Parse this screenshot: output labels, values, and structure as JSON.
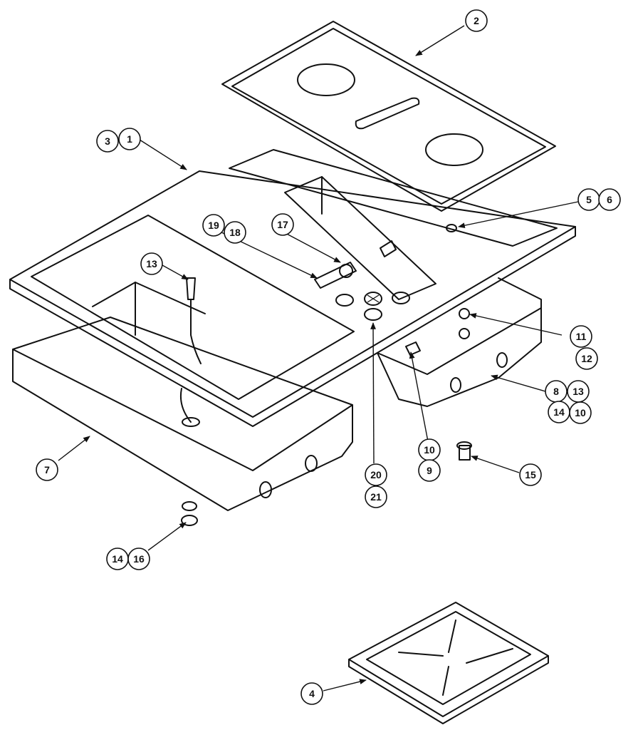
{
  "labels": {
    "c1": "1",
    "c2": "2",
    "c3": "3",
    "c4": "4",
    "c5": "5",
    "c6": "6",
    "c7": "7",
    "c8": "8",
    "c9": "9",
    "c10a": "10",
    "c10b": "10",
    "c11": "11",
    "c12": "12",
    "c13a": "13",
    "c13b": "13",
    "c14a": "14",
    "c14b": "14",
    "c15": "15",
    "c16": "16",
    "c17": "17",
    "c18": "18",
    "c19": "19",
    "c20": "20",
    "c21": "21"
  }
}
